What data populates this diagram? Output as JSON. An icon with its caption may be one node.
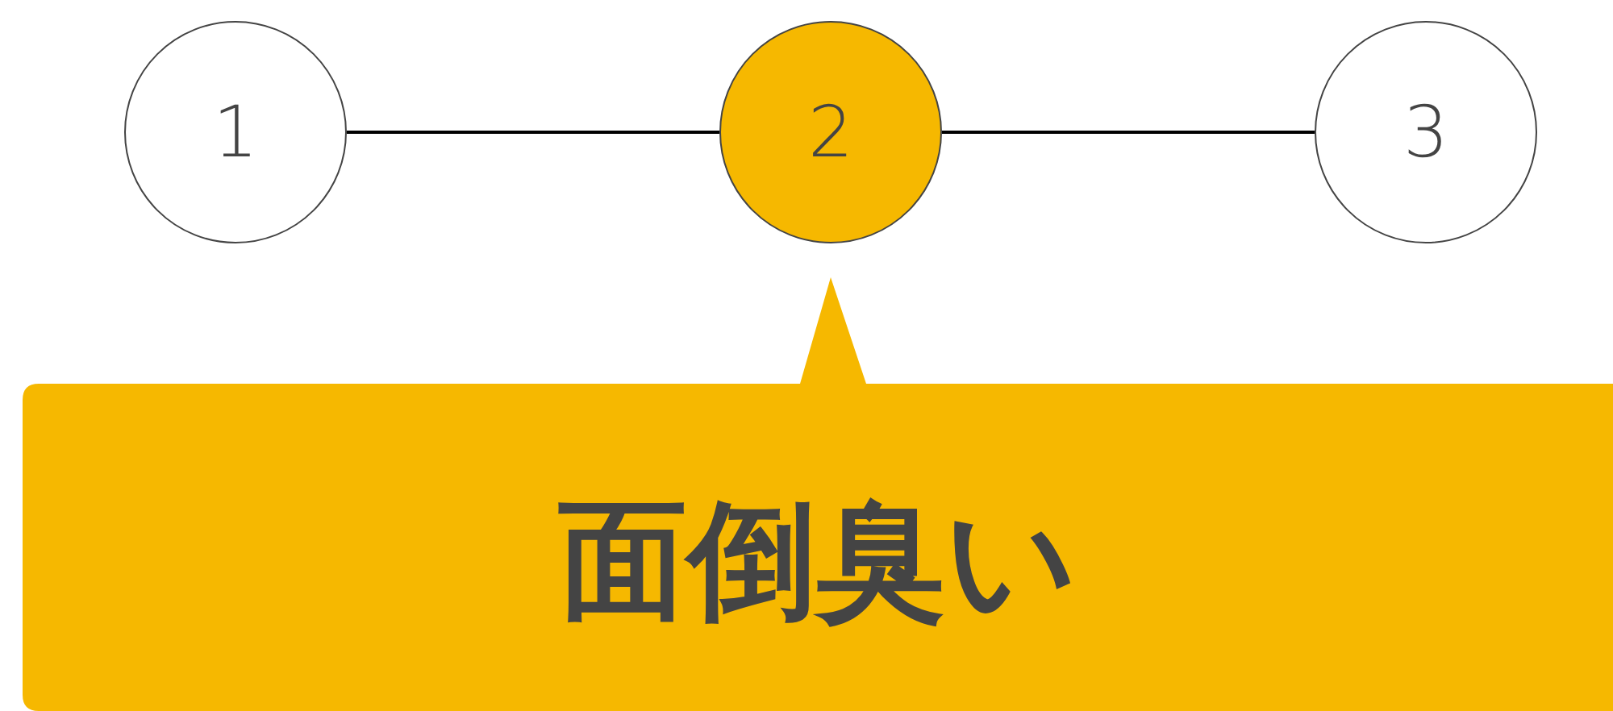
{
  "diagram": {
    "nodes": [
      {
        "text": [
          "1"
        ]
      },
      {
        "text": [
          "2"
        ]
      },
      {
        "text": [
          "3"
        ]
      },
      {
        "text": [
          "面倒臭い"
        ]
      }
    ],
    "edges": [
      {
        "from": 0,
        "to": 1,
        "arrow": "none"
      },
      {
        "from": 1,
        "to": 2,
        "arrow": "none"
      }
    ]
  }
}
